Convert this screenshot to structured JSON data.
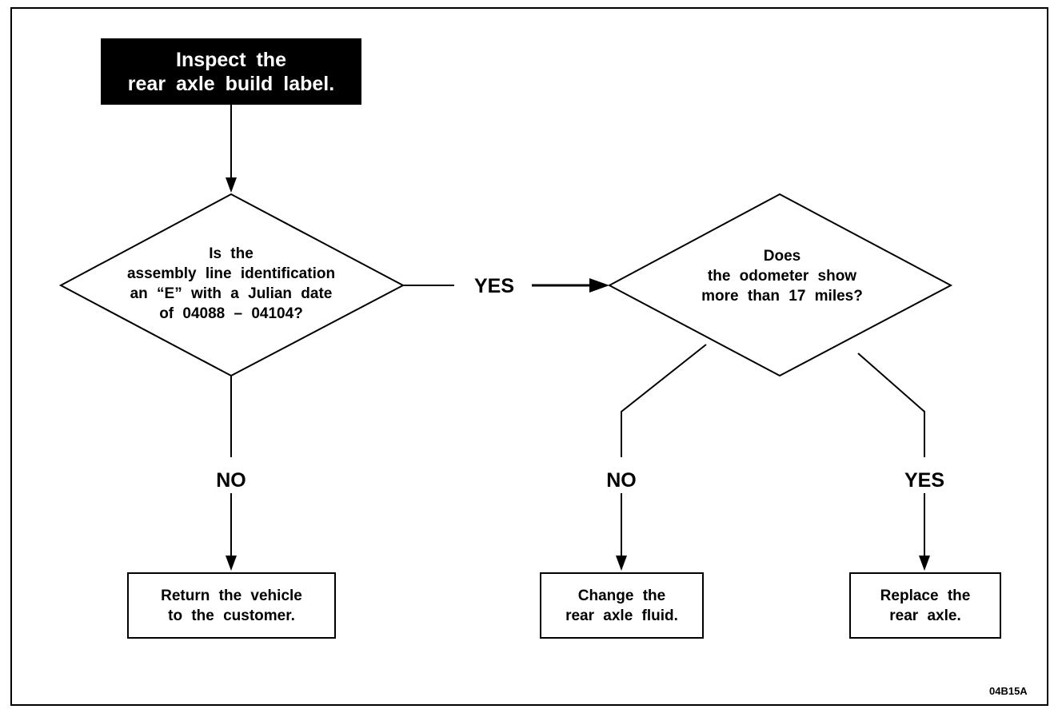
{
  "start": {
    "lines": [
      "Inspect the",
      "rear axle build label."
    ]
  },
  "decision1": {
    "lines": [
      "Is the",
      "assembly line identification",
      "an “E” with a Julian date",
      "of 04088 – 04104?"
    ]
  },
  "decision2": {
    "lines": [
      "Does",
      "the odometer show",
      "more than 17 miles?"
    ]
  },
  "labels": {
    "d1_yes": "YES",
    "d1_no": "NO",
    "d2_no": "NO",
    "d2_yes": "YES"
  },
  "outcomes": {
    "return": {
      "lines": [
        "Return the vehicle",
        "to the customer."
      ]
    },
    "change": {
      "lines": [
        "Change the",
        "rear axle fluid."
      ]
    },
    "replace": {
      "lines": [
        "Replace the",
        "rear axle."
      ]
    }
  },
  "figure_code": "04B15A"
}
